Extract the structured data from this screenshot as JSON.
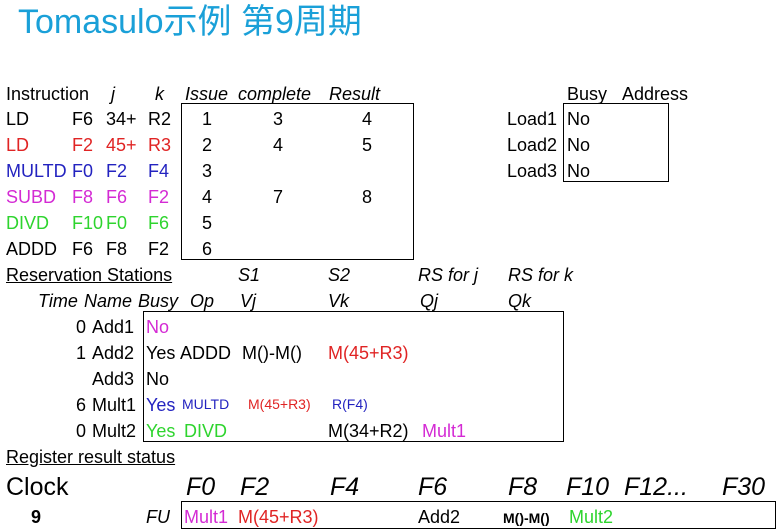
{
  "title": "Tomasulo示例 第9周期",
  "instr_headers": {
    "instruction": "Instruction",
    "j": "j",
    "k": "k",
    "issue": "Issue",
    "complete": "complete",
    "result": "Result"
  },
  "instructions": [
    {
      "op": "LD",
      "dst": "F6",
      "j": "34+",
      "k": "R2",
      "issue": "1",
      "complete": "3",
      "result": "4"
    },
    {
      "op": "LD",
      "dst": "F2",
      "j": "45+",
      "k": "R3",
      "issue": "2",
      "complete": "4",
      "result": "5"
    },
    {
      "op": "MULTD",
      "dst": "F0",
      "j": "F2",
      "k": "F4",
      "issue": "3",
      "complete": "",
      "result": ""
    },
    {
      "op": "SUBD",
      "dst": "F8",
      "j": "F6",
      "k": "F2",
      "issue": "4",
      "complete": "7",
      "result": "8"
    },
    {
      "op": "DIVD",
      "dst": "F10",
      "j": "F0",
      "k": "F6",
      "issue": "5",
      "complete": "",
      "result": ""
    },
    {
      "op": "ADDD",
      "dst": "F6",
      "j": "F8",
      "k": "F2",
      "issue": "6",
      "complete": "",
      "result": ""
    }
  ],
  "load_headers": {
    "busy": "Busy",
    "address": "Address"
  },
  "loads": [
    {
      "name": "Load1",
      "busy": "No"
    },
    {
      "name": "Load2",
      "busy": "No"
    },
    {
      "name": "Load3",
      "busy": "No"
    }
  ],
  "rs": {
    "title": "Reservation Stations",
    "group_headers": {
      "s1": "S1",
      "s2": "S2",
      "rsj": "RS for j",
      "rsk": "RS for k"
    },
    "headers": {
      "time": "Time",
      "name": "Name",
      "busy": "Busy",
      "op": "Op",
      "vj": "Vj",
      "vk": "Vk",
      "qj": "Qj",
      "qk": "Qk"
    },
    "rows": [
      {
        "time": "0",
        "name": "Add1",
        "busy": "No",
        "op": "",
        "vj": "",
        "vk": "",
        "qj": "",
        "qk": ""
      },
      {
        "time": "1",
        "name": "Add2",
        "busy": "Yes",
        "op": "ADDD",
        "vj": "M()-M()",
        "vk": "M(45+R3)",
        "qj": "",
        "qk": ""
      },
      {
        "time": "",
        "name": "Add3",
        "busy": "No",
        "op": "",
        "vj": "",
        "vk": "",
        "qj": "",
        "qk": ""
      },
      {
        "time": "6",
        "name": "Mult1",
        "busy": "Yes",
        "op": "MULTD",
        "vj": "M(45+R3)",
        "vk": "R(F4)",
        "qj": "",
        "qk": ""
      },
      {
        "time": "0",
        "name": "Mult2",
        "busy": "Yes",
        "op": "DIVD",
        "vj": "",
        "vk": "M(34+R2)",
        "qj": "Mult1",
        "qk": ""
      }
    ]
  },
  "reg": {
    "title": "Register result status",
    "clock_label": "Clock",
    "clock": "9",
    "fu_label": "FU",
    "regs": [
      "F0",
      "F2",
      "F4",
      "F6",
      "F8",
      "F10",
      "F12...",
      "F30"
    ],
    "fu": {
      "F0": "Mult1",
      "F2": "M(45+R3)",
      "F6": "Add2",
      "F8": "M()-M()",
      "F10": "Mult2"
    }
  },
  "colors": {
    "title": "#1aa0d8",
    "red": "#e02424",
    "blue": "#2323c0",
    "magenta": "#d42ad4",
    "green": "#2ed42e"
  }
}
